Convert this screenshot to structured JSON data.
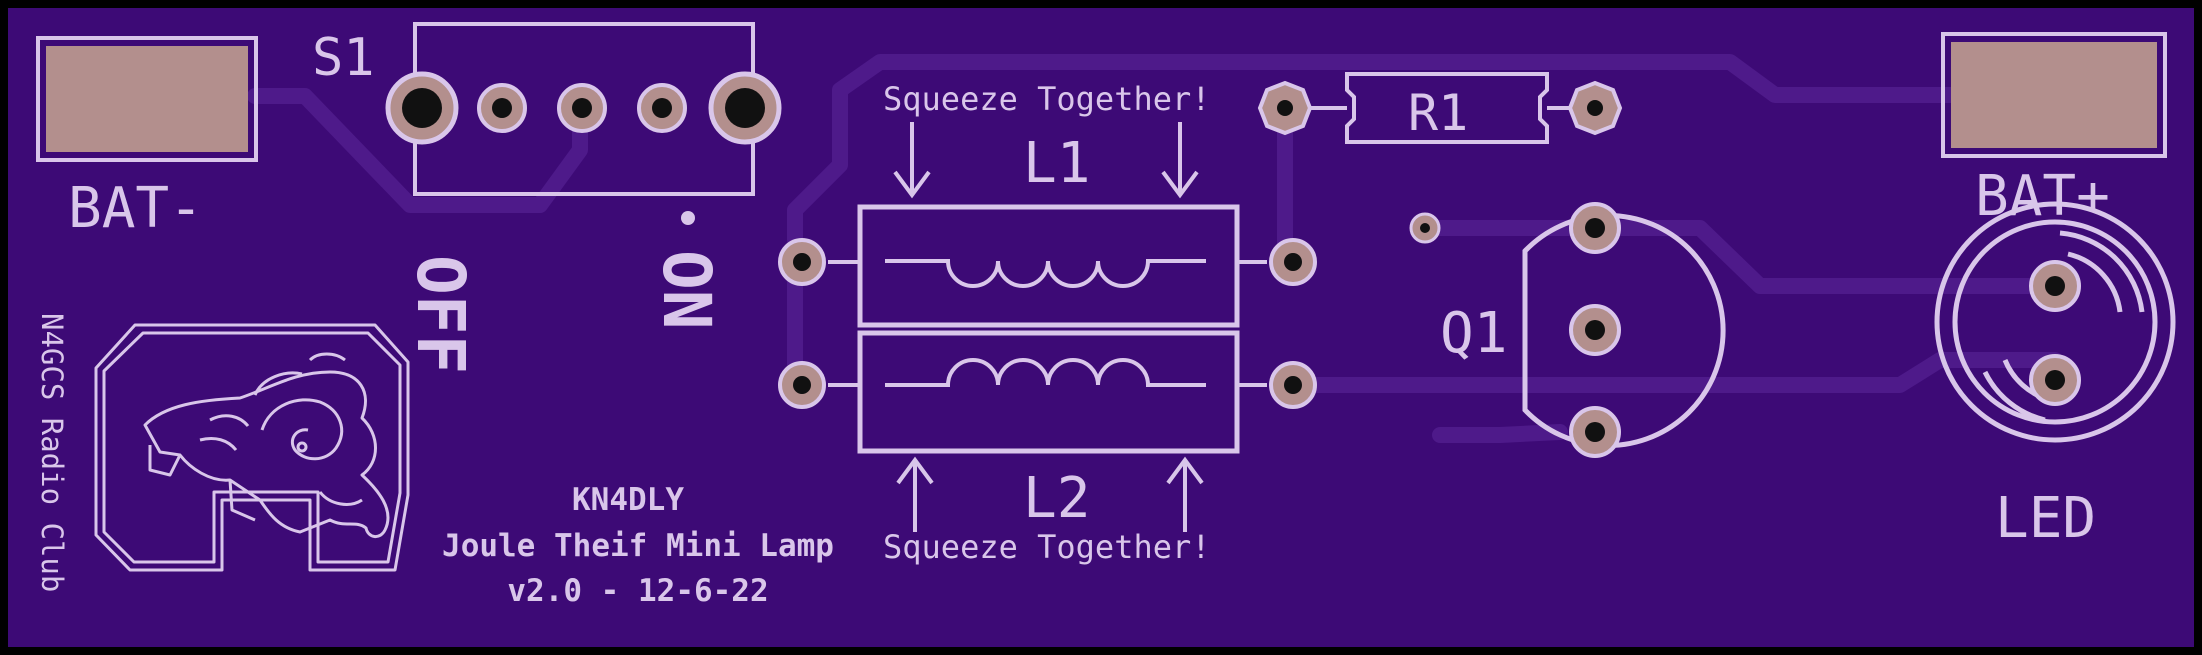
{
  "board": {
    "colors": {
      "edge": "#000000",
      "substrate": "#3d0a76",
      "copper_trace": "#4e1a8a",
      "silkscreen": "#d9c6ea",
      "pad": "#b38f8d",
      "hole": "#111111"
    }
  },
  "labels": {
    "s1": "S1",
    "bat_minus": "BAT-",
    "bat_plus": "BAT+",
    "off": "OFF",
    "on": "ON",
    "squeeze_top": "Squeeze Together!",
    "squeeze_bottom": "Squeeze Together!",
    "l1": "L1",
    "l2": "L2",
    "r1": "R1",
    "q1": "Q1",
    "led": "LED",
    "club": "N4GCS Radio Club",
    "author": "KN4DLY",
    "title": "Joule Theif Mini Lamp",
    "version": "v2.0 - 12-6-22"
  },
  "logo": {
    "name": "ram-head-logo"
  }
}
